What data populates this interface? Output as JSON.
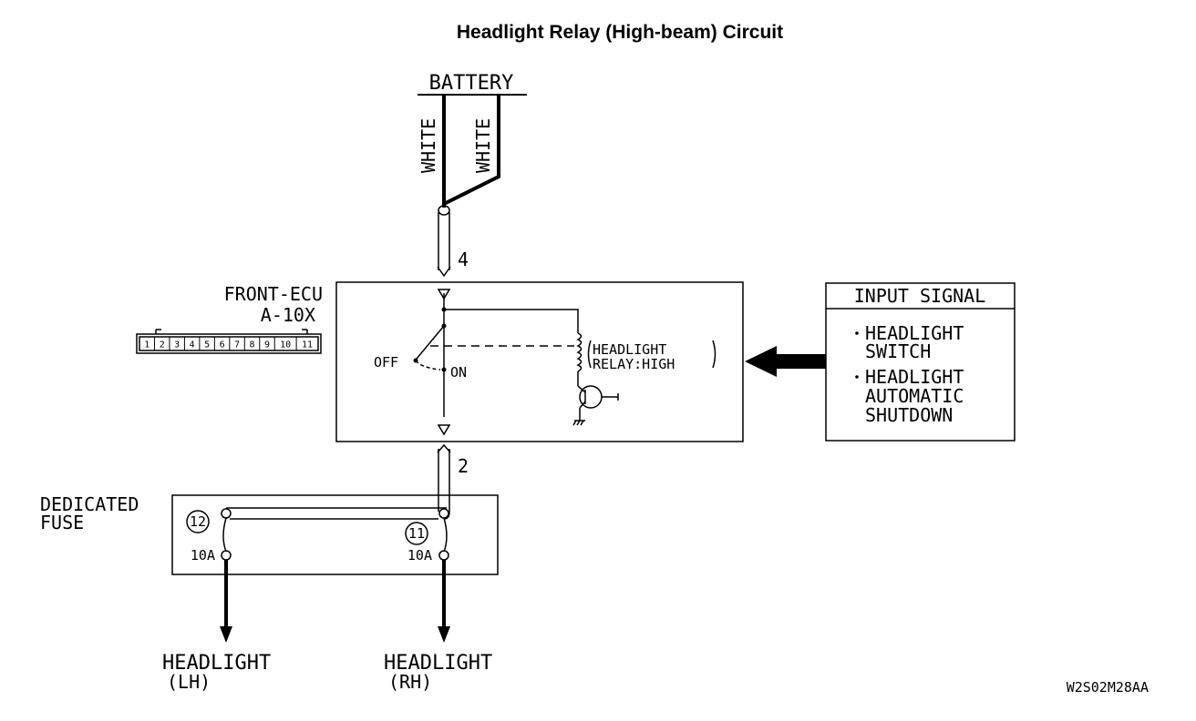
{
  "title": "Headlight Relay (High-beam) Circuit",
  "battery": {
    "label": "BATTERY",
    "wire_left": "WHITE",
    "wire_right": "WHITE"
  },
  "ecu": {
    "name": "FRONT-ECU",
    "connector": "A-10X",
    "pins": [
      "1",
      "2",
      "3",
      "4",
      "5",
      "6",
      "7",
      "8",
      "9",
      "10",
      "11"
    ],
    "terminal_in": "4",
    "terminal_out": "2",
    "switch_off": "OFF",
    "switch_on": "ON",
    "relay_line1": "HEADLIGHT",
    "relay_line2": "RELAY:HIGH"
  },
  "input_signal": {
    "header": "INPUT SIGNAL",
    "items": [
      {
        "line1": "HEADLIGHT",
        "line2": "SWITCH",
        "line3": ""
      },
      {
        "line1": "HEADLIGHT",
        "line2": "AUTOMATIC",
        "line3": "SHUTDOWN"
      }
    ]
  },
  "fuse": {
    "label_line1": "DEDICATED",
    "label_line2": "FUSE",
    "left": {
      "number": "12",
      "rating": "10A"
    },
    "right": {
      "number": "11",
      "rating": "10A"
    }
  },
  "outputs": {
    "left": {
      "line1": "HEADLIGHT",
      "line2": "(LH)"
    },
    "right": {
      "line1": "HEADLIGHT",
      "line2": "(RH)"
    }
  },
  "figure_code": "W2S02M28AA"
}
